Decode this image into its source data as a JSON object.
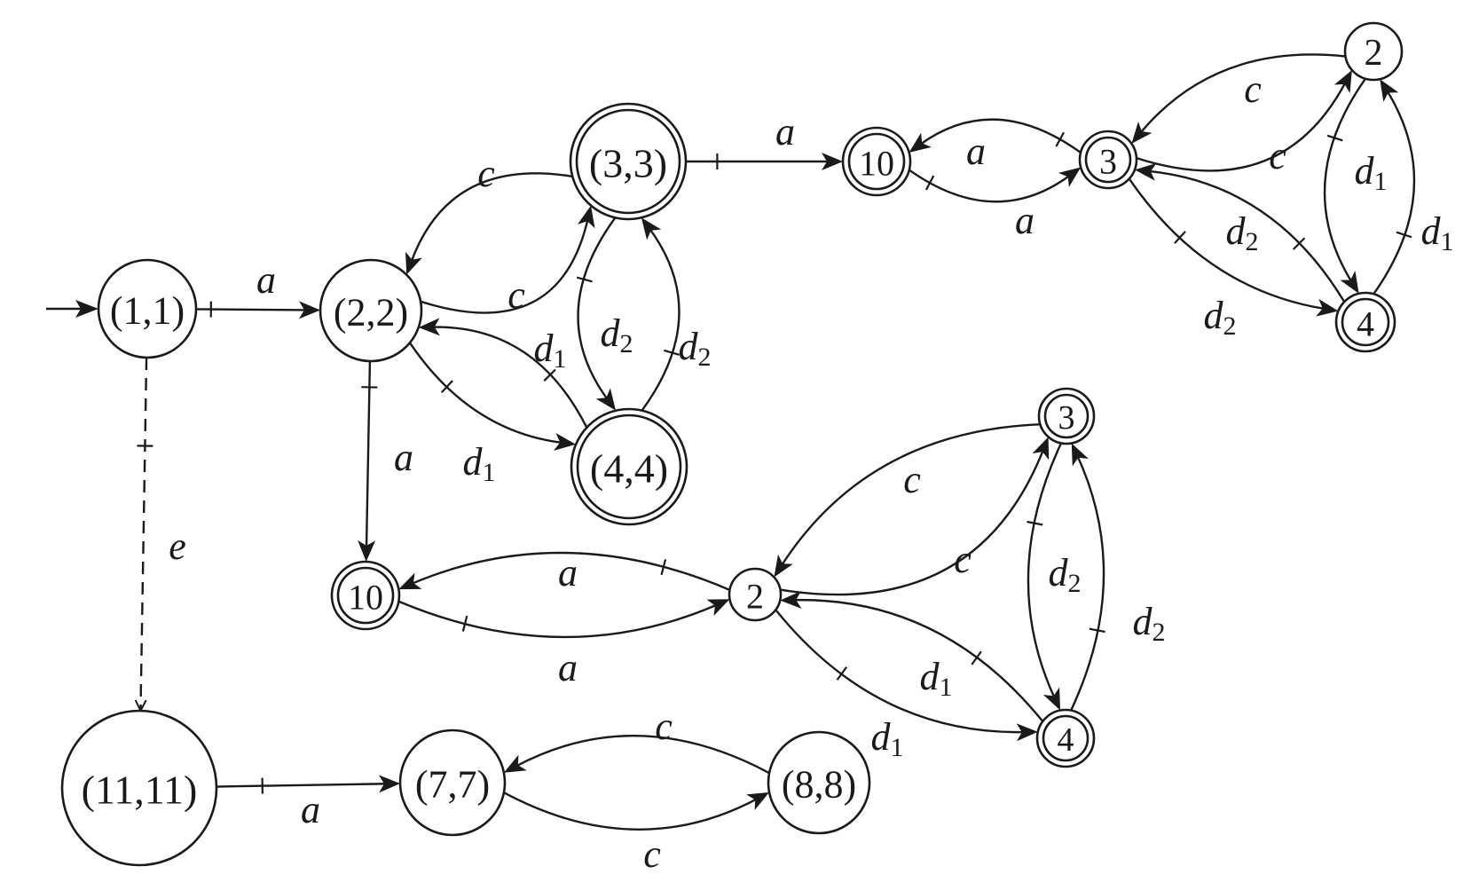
{
  "diagram": {
    "title": "Product automaton state diagram",
    "initial_state": "n11",
    "nodes": [
      {
        "id": "n11",
        "label": "(1,1)",
        "accepting": false
      },
      {
        "id": "n22",
        "label": "(2,2)",
        "accepting": false
      },
      {
        "id": "n33",
        "label": "(3,3)",
        "accepting": true
      },
      {
        "id": "n44",
        "label": "(4,4)",
        "accepting": true
      },
      {
        "id": "t10",
        "label": "10",
        "accepting": true
      },
      {
        "id": "t3",
        "label": "3",
        "accepting": true
      },
      {
        "id": "t2",
        "label": "2",
        "accepting": false
      },
      {
        "id": "t4",
        "label": "4",
        "accepting": true
      },
      {
        "id": "b10",
        "label": "10",
        "accepting": true
      },
      {
        "id": "b2",
        "label": "2",
        "accepting": false
      },
      {
        "id": "b3",
        "label": "3",
        "accepting": true
      },
      {
        "id": "b4",
        "label": "4",
        "accepting": true
      },
      {
        "id": "n1111",
        "label": "(11,11)",
        "accepting": false
      },
      {
        "id": "n77",
        "label": "(7,7)",
        "accepting": false
      },
      {
        "id": "n88",
        "label": "(8,8)",
        "accepting": false
      }
    ],
    "edges": [
      {
        "from": "n11",
        "to": "n22",
        "symbol": "a",
        "sub": "",
        "ticked": true,
        "dashed": false
      },
      {
        "from": "n11",
        "to": "n1111",
        "symbol": "e",
        "sub": "",
        "ticked": true,
        "dashed": true
      },
      {
        "from": "n22",
        "to": "n33",
        "symbol": "c",
        "sub": "",
        "ticked": false,
        "dashed": false
      },
      {
        "from": "n33",
        "to": "n22",
        "symbol": "c",
        "sub": "",
        "ticked": false,
        "dashed": false
      },
      {
        "from": "n22",
        "to": "n44",
        "symbol": "d",
        "sub": "1",
        "ticked": true,
        "dashed": false
      },
      {
        "from": "n44",
        "to": "n22",
        "symbol": "d",
        "sub": "1",
        "ticked": true,
        "dashed": false
      },
      {
        "from": "n44",
        "to": "n33",
        "symbol": "d",
        "sub": "2",
        "ticked": true,
        "dashed": false
      },
      {
        "from": "n33",
        "to": "n44",
        "symbol": "d",
        "sub": "2",
        "ticked": true,
        "dashed": false
      },
      {
        "from": "n22",
        "to": "b10",
        "symbol": "a",
        "sub": "",
        "ticked": true,
        "dashed": false
      },
      {
        "from": "n33",
        "to": "t10",
        "symbol": "a",
        "sub": "",
        "ticked": true,
        "dashed": false
      },
      {
        "from": "t10",
        "to": "t3",
        "symbol": "a",
        "sub": "",
        "ticked": true,
        "dashed": false
      },
      {
        "from": "t3",
        "to": "t10",
        "symbol": "a",
        "sub": "",
        "ticked": true,
        "dashed": false
      },
      {
        "from": "t3",
        "to": "t2",
        "symbol": "c",
        "sub": "",
        "ticked": false,
        "dashed": false
      },
      {
        "from": "t2",
        "to": "t3",
        "symbol": "c",
        "sub": "",
        "ticked": false,
        "dashed": false
      },
      {
        "from": "t4",
        "to": "t2",
        "symbol": "d",
        "sub": "1",
        "ticked": true,
        "dashed": false
      },
      {
        "from": "t2",
        "to": "t4",
        "symbol": "d",
        "sub": "1",
        "ticked": true,
        "dashed": false
      },
      {
        "from": "t3",
        "to": "t4",
        "symbol": "d",
        "sub": "2",
        "ticked": true,
        "dashed": false
      },
      {
        "from": "t4",
        "to": "t3",
        "symbol": "d",
        "sub": "2",
        "ticked": true,
        "dashed": false
      },
      {
        "from": "b10",
        "to": "b2",
        "symbol": "a",
        "sub": "",
        "ticked": true,
        "dashed": false
      },
      {
        "from": "b2",
        "to": "b10",
        "symbol": "a",
        "sub": "",
        "ticked": true,
        "dashed": false
      },
      {
        "from": "b2",
        "to": "b3",
        "symbol": "c",
        "sub": "",
        "ticked": false,
        "dashed": false
      },
      {
        "from": "b3",
        "to": "b2",
        "symbol": "c",
        "sub": "",
        "ticked": false,
        "dashed": false
      },
      {
        "from": "b4",
        "to": "b3",
        "symbol": "d",
        "sub": "2",
        "ticked": true,
        "dashed": false
      },
      {
        "from": "b3",
        "to": "b4",
        "symbol": "d",
        "sub": "2",
        "ticked": true,
        "dashed": false
      },
      {
        "from": "b2",
        "to": "b4",
        "symbol": "d",
        "sub": "1",
        "ticked": true,
        "dashed": false
      },
      {
        "from": "b4",
        "to": "b2",
        "symbol": "d",
        "sub": "1",
        "ticked": true,
        "dashed": false
      },
      {
        "from": "n1111",
        "to": "n77",
        "symbol": "a",
        "sub": "",
        "ticked": true,
        "dashed": false
      },
      {
        "from": "n77",
        "to": "n88",
        "symbol": "c",
        "sub": "",
        "ticked": false,
        "dashed": false
      },
      {
        "from": "n88",
        "to": "n77",
        "symbol": "c",
        "sub": "",
        "ticked": false,
        "dashed": false
      }
    ]
  }
}
